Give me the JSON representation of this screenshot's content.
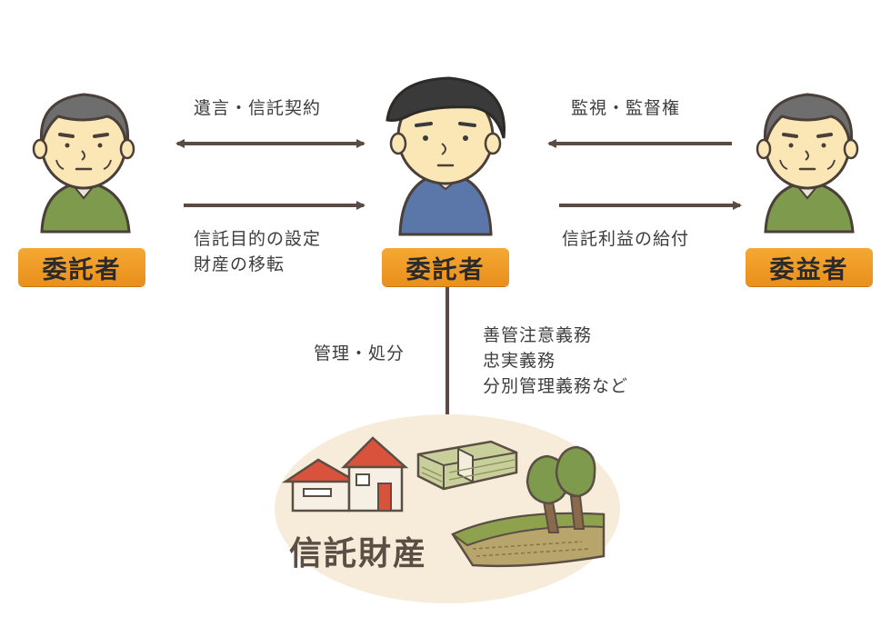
{
  "roles": {
    "left": "委託者",
    "center": "委託者",
    "right": "委益者"
  },
  "arrows": {
    "left_top": "遺言・信託契約",
    "left_bottom_line1": "信託目的の設定",
    "left_bottom_line2": "財産の移転",
    "right_top": "監視・監督権",
    "right_bottom": "信託利益の給付",
    "down_left": "管理・処分",
    "down_right_line1": "善管注意義務",
    "down_right_line2": "忠実義務",
    "down_right_line3": "分別管理義務など"
  },
  "asset": {
    "title": "信託財産"
  },
  "colors": {
    "badge": "#f0a030",
    "arrow": "#5a4c44",
    "skin": "#fbe7b6",
    "shirt_green": "#7e9a4c",
    "shirt_blue": "#5b76a8",
    "hair_gray": "#6e6e6e",
    "hair_black": "#3a3a3a",
    "asset_bg": "#f7ecd9"
  }
}
